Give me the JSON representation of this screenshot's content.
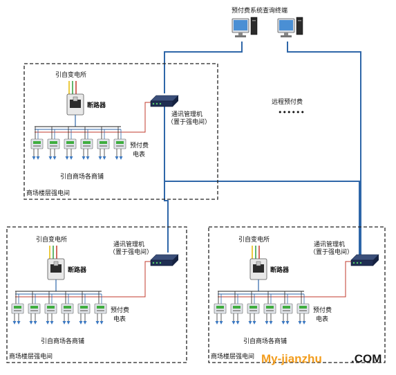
{
  "diagram": {
    "terminal_title": "预付费系统查询终端",
    "remote_label": "远程预付费",
    "remote_dots": "••••••",
    "watermark_main": "My-jianzhu",
    "watermark_suffix": ".COM",
    "colors": {
      "bus_blue": "#2e66a8",
      "wire_red": "#c0392b",
      "wire_yellow": "#e5b800",
      "wire_green": "#2e9e3e",
      "meter_green": "#3fae3f"
    },
    "panels": [
      {
        "source_label": "引自变电所",
        "breaker_label": "断路器",
        "comm_label_1": "通讯管理机",
        "comm_label_2": "（置于强电间）",
        "meter_label_1": "预付费",
        "meter_label_2": "电表",
        "shops_label": "引自商场各商铺",
        "room_label": "商场楼层强电间",
        "meter_count": 6
      },
      {
        "source_label": "引自变电所",
        "breaker_label": "断路器",
        "comm_label_1": "通讯管理机",
        "comm_label_2": "（置于强电间）",
        "meter_label_1": "预付费",
        "meter_label_2": "电表",
        "shops_label": "引自商场各商铺",
        "room_label": "商场楼层强电间",
        "meter_count": 6
      },
      {
        "source_label": "引自变电所",
        "breaker_label": "断路器",
        "comm_label_1": "通讯管理机",
        "comm_label_2": "（置于强电间）",
        "meter_label_1": "预付费",
        "meter_label_2": "电表",
        "shops_label": "引自商场各商铺",
        "room_label": "商场楼层强电间",
        "meter_count": 6
      }
    ]
  }
}
